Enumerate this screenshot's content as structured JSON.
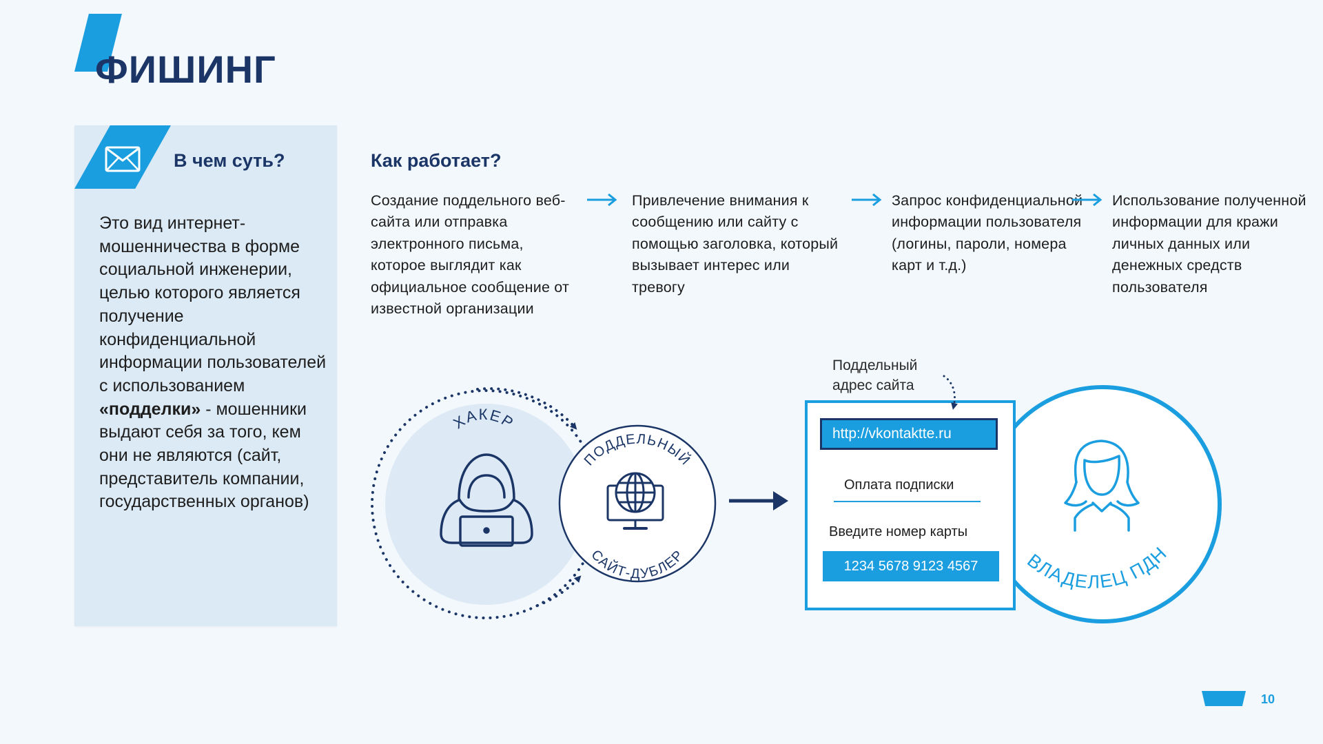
{
  "slide": {
    "title": "ФИШИНГ",
    "page_number": "10"
  },
  "essence": {
    "heading": "В чем суть?",
    "text_part1": "Это вид интернет-мошенничества в форме социальной инженерии, целью которого является получение конфиденциальной информации пользователей с использованием ",
    "text_bold": "«подделки»",
    "text_part2": " - мошенники выдают себя за того, кем они не являются (сайт, представитель компании, государственных органов)",
    "icon": "envelope-icon"
  },
  "how_it_works": {
    "heading": "Как работает?",
    "steps": [
      {
        "text": "Создание поддельного веб-сайта или отправка электронного письма, которое выглядит как официальное сообщение от известной организации"
      },
      {
        "text": "Привлечение внимания к сообщению или сайту с помощью заголовка, который вызывает интерес или тревогу"
      },
      {
        "text": "Запрос конфиденциальной информации пользователя (логины, пароли, номера карт и т.д.)"
      },
      {
        "text": "Использование полученной информации для кражи личных данных или денежных средств пользователя"
      }
    ]
  },
  "diagram": {
    "hacker_label": "ХАКЕР",
    "fake_site_top": "ПОДДЕЛЬНЫЙ",
    "fake_site_bottom": "САЙТ-ДУБЛЕР",
    "fake_address_label_1": "Поддельный",
    "fake_address_label_2": "адрес сайта",
    "url_text": "http://vkontaktte.ru",
    "subscription_text": "Оплата подписки",
    "card_prompt": "Введите номер карты",
    "card_number": "1234  5678  9123  4567",
    "owner_label": "ВЛАДЕЛЕЦ ПДН",
    "icons": [
      "hacker-icon",
      "globe-monitor-icon",
      "woman-icon"
    ]
  },
  "colors": {
    "accent": "#1a9ee0",
    "navy": "#1a3566",
    "background": "#f3f8fc",
    "panel": "#dceaf5"
  }
}
